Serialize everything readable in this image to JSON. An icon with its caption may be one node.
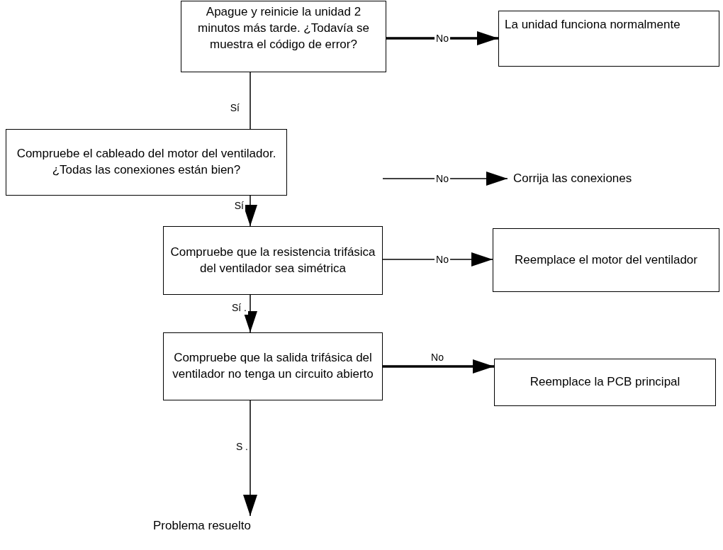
{
  "diagram": {
    "nodes": [
      {
        "text": [
          "Apague y reinicie la unidad 2 minutos más tarde. ¿Todavía se muestra el código de error?"
        ]
      },
      {
        "text": [
          "La unidad funciona normalmente"
        ]
      },
      {
        "text": [
          "Compruebe el cableado del motor del ventilador. ¿Todas las conexiones están bien?"
        ]
      },
      {
        "text": [
          "Corrija las conexiones"
        ]
      },
      {
        "text": [
          "Compruebe que la resistencia trifásica del ventilador sea simétrica"
        ]
      },
      {
        "text": [
          "Reemplace el motor del ventilador"
        ]
      },
      {
        "text": [
          "Compruebe que la salida trifásica del ventilador no tenga un circuito abierto"
        ]
      },
      {
        "text": [
          "Reemplace la PCB principal"
        ]
      },
      {
        "text": [
          "Problema resuelto"
        ]
      }
    ],
    "edges": [
      {
        "from": 0,
        "to": 1,
        "arrow": "to",
        "label": "No",
        "style": "thick"
      },
      {
        "from": 0,
        "to": 2,
        "arrow": "none",
        "label": "Sí"
      },
      {
        "from": null,
        "to": 3,
        "arrow": "to",
        "label": "No"
      },
      {
        "from": 2,
        "to": 4,
        "arrow": "to",
        "label": "Sí"
      },
      {
        "from": 4,
        "to": 5,
        "arrow": "to",
        "label": "No"
      },
      {
        "from": 4,
        "to": 6,
        "arrow": "to",
        "label": "Sí ."
      },
      {
        "from": 6,
        "to": 7,
        "arrow": "to",
        "label": "No",
        "style": "thick"
      },
      {
        "from": 6,
        "to": 8,
        "arrow": "to",
        "label": "S ."
      }
    ]
  }
}
